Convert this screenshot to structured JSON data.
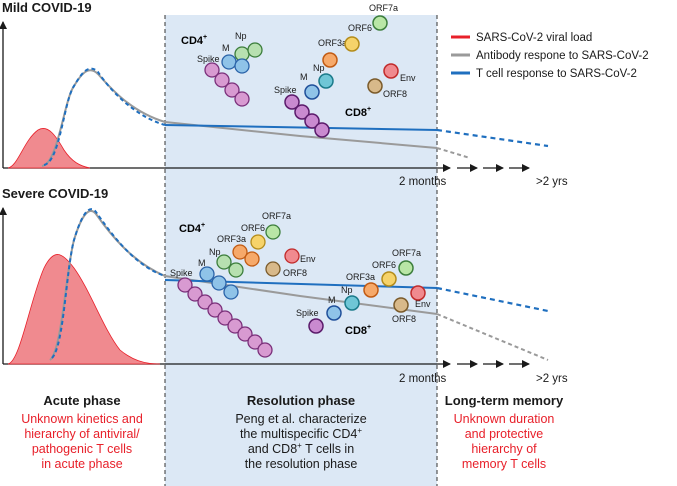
{
  "panels": {
    "mild": {
      "title": "Mild COVID-19",
      "cd4_label": "CD4",
      "cd8_label": "CD8",
      "sup": "+",
      "axis_mid": "2 months",
      "axis_end": ">2 yrs"
    },
    "severe": {
      "title": "Severe COVID-19",
      "cd4_label": "CD4",
      "cd8_label": "CD8",
      "sup": "+",
      "axis_mid": "2 months",
      "axis_end": ">2 yrs"
    }
  },
  "antigens": {
    "spike": "Spike",
    "m": "M",
    "np": "Np",
    "orf3a": "ORF3a",
    "orf6": "ORF6",
    "orf7a": "ORF7a",
    "env": "Env",
    "orf8": "ORF8"
  },
  "legend": [
    {
      "label": "SARS-CoV-2 viral load",
      "color": "#e8202a"
    },
    {
      "label": "Antibody respone to SARS-CoV-2",
      "color": "#9a9a9a"
    },
    {
      "label": "T cell response to SARS-CoV-2",
      "color": "#1f6fbf"
    }
  ],
  "phases": {
    "acute": {
      "title": "Acute phase",
      "lines": [
        "Unknown kinetics and",
        "hierarchy of antiviral/",
        "pathogenic T cells",
        "in acute phase"
      ]
    },
    "resolution": {
      "title": "Resolution phase",
      "line1": "Peng et al. characterize",
      "line2": "the multispecific CD4",
      "line3a": "and CD8",
      "line3b": " T cells in",
      "line4": "the resolution phase",
      "sup": "+"
    },
    "memory": {
      "title": "Long-term memory",
      "lines": [
        "Unknown duration",
        "and protective",
        "hierarchy of",
        "memory T cells"
      ]
    }
  },
  "colors": {
    "viral": "#e8202a",
    "viral_fill": "#f08a8f",
    "antibody": "#9a9a9a",
    "tcell": "#1f6fbf",
    "band": "#dce8f5",
    "cells": {
      "spike": "#d89ad1",
      "m": "#8fc3e8",
      "np": "#b7e0b0",
      "orf3a": "#f6a96a",
      "orf6": "#f6d36a",
      "orf7a": "#b9e6a6",
      "env": "#f08a8f",
      "orf8": "#d8b98a",
      "mcyan": "#6fc6d6"
    }
  }
}
